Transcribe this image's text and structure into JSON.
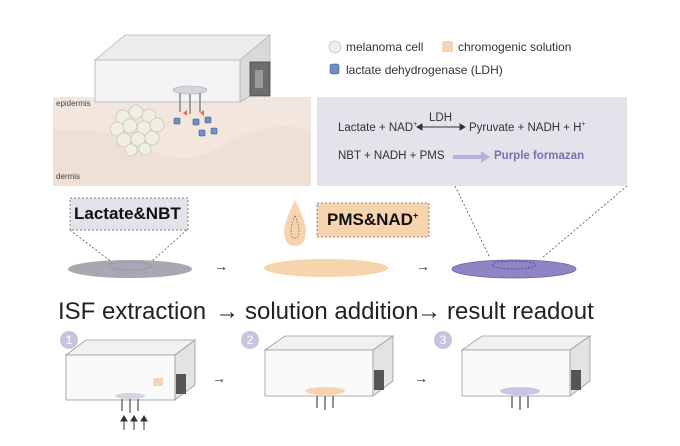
{
  "legend": {
    "melanoma_cell": "melanoma cell",
    "chromogenic_solution": "chromogenic solution",
    "ldh": "lactate dehydrogenase (LDH)"
  },
  "skin": {
    "epidermis": "epidermis",
    "dermis": "dermis"
  },
  "reactions": {
    "r1_left": "Lactate + NAD",
    "r1_enzyme": "LDH",
    "r1_right_a": "Pyruvate + NADH + H",
    "r2_left": "NBT + NADH + PMS",
    "r2_product": "Purple formazan"
  },
  "reagents": {
    "stage1": "Lactate&NBT",
    "stage2": "PMS&NAD"
  },
  "steps": [
    {
      "number": "1",
      "title": "ISF extraction"
    },
    {
      "number": "2",
      "title": "solution addition"
    },
    {
      "number": "3",
      "title": "result readout"
    }
  ],
  "arrow_symbol": "→",
  "colors": {
    "skin": "#f3e6dc",
    "equation_panel": "#e4e2ea",
    "solution": "#f7d4ad",
    "formazan": "#8f85c4",
    "disc_gray": "#a9a8b0",
    "step_circle": "#c9c4dd"
  }
}
